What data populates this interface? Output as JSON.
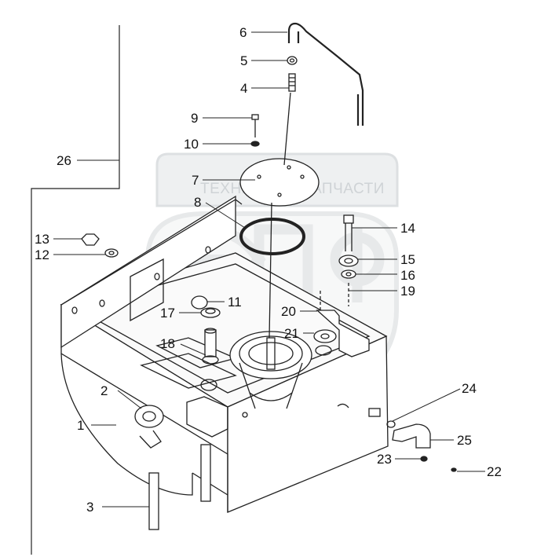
{
  "watermark": {
    "left_text": "ТЕХНИКА",
    "right_text": "ЗАПЧАСТИ",
    "logo_text": "ЭПФ",
    "gear_icon": "gear-icon"
  },
  "callouts": {
    "c1": "1",
    "c2": "2",
    "c3": "3",
    "c4": "4",
    "c5": "5",
    "c6": "6",
    "c7": "7",
    "c8": "8",
    "c9": "9",
    "c10": "10",
    "c11": "11",
    "c12": "12",
    "c13": "13",
    "c14": "14",
    "c15": "15",
    "c16": "16",
    "c17": "17",
    "c18": "18",
    "c19": "19",
    "c20": "20",
    "c21": "21",
    "c22": "22",
    "c23": "23",
    "c24": "24",
    "c25": "25",
    "c26": "26"
  },
  "colors": {
    "line": "#222222",
    "watermark": "#d9dcde"
  }
}
